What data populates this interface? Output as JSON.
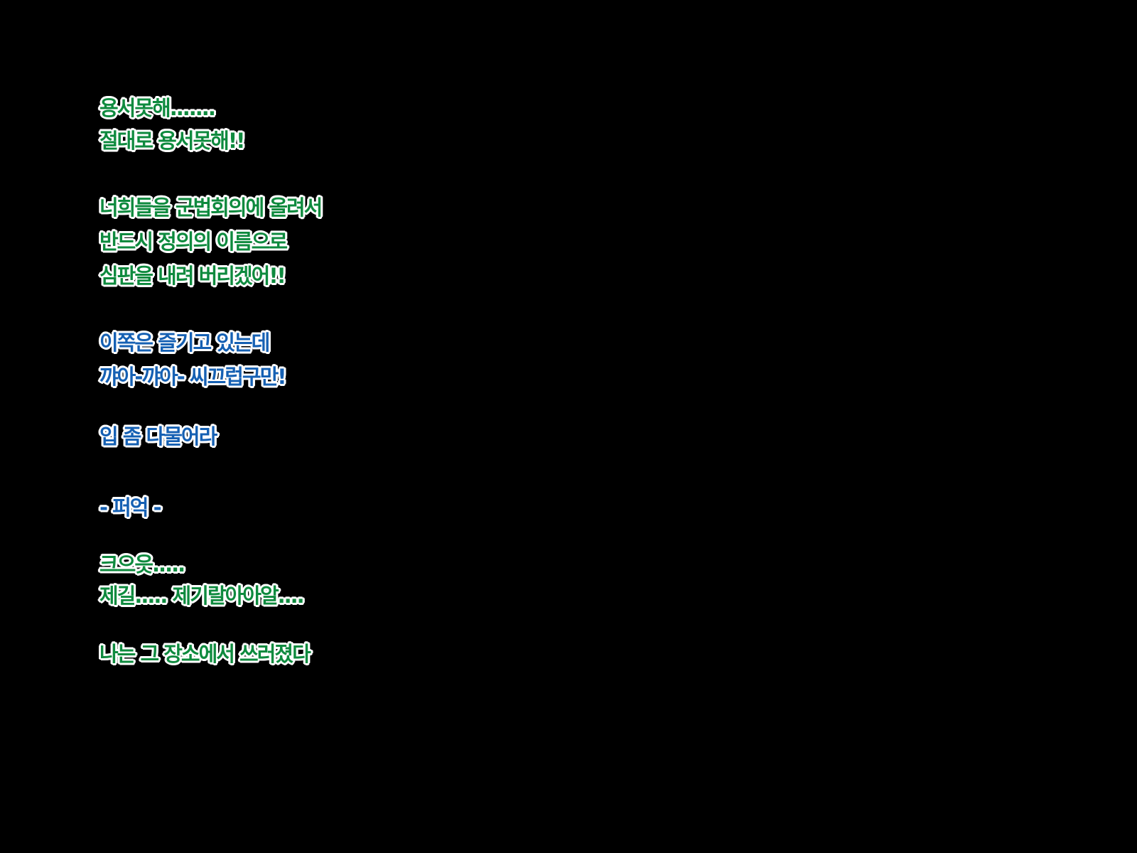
{
  "colors": {
    "background": "#000000",
    "outline": "#ffffff",
    "green_text": "#0e8a3e",
    "blue_text": "#1560b3"
  },
  "lines": [
    "용서못해.......",
    "절대로 용서못해!!",
    "너희들을 군법회의에 올려서",
    "반드시 정의의 이름으로",
    "심판을 내려 버리겠어!!",
    "이쪽은 즐기고 있는데",
    "꺄아-꺄아- 씨끄럽구만!",
    "입 좀 다물어라",
    "- 퍼억 -",
    "크으읏.....",
    "제길..... 제기랄아아알....",
    "나는 그 장소에서 쓰러졌다"
  ]
}
